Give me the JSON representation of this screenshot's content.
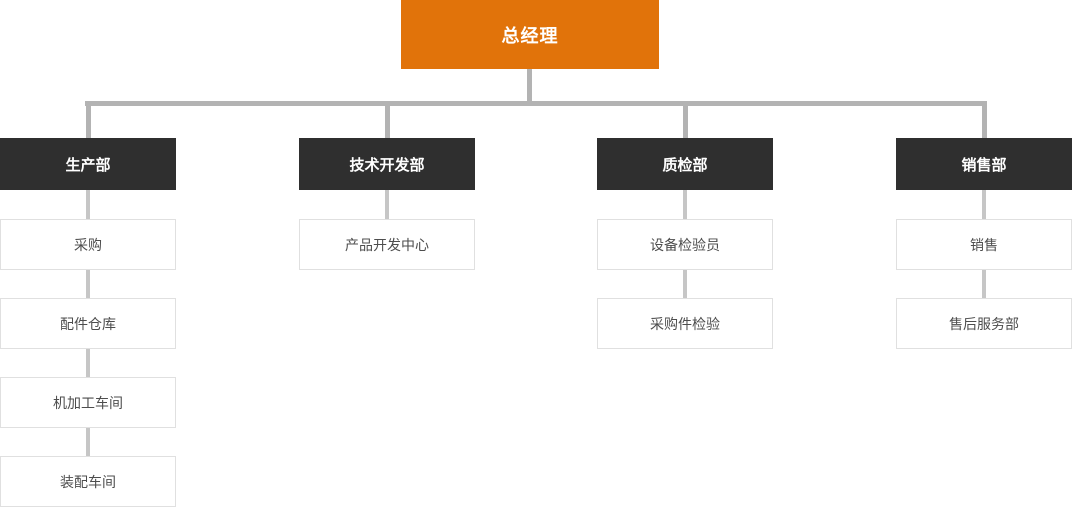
{
  "org": {
    "root": {
      "label": "总经理"
    },
    "departments": [
      {
        "label": "生产部",
        "children": [
          {
            "label": "采购"
          },
          {
            "label": "配件仓库"
          },
          {
            "label": "机加工车间"
          },
          {
            "label": "装配车间"
          }
        ]
      },
      {
        "label": "技术开发部",
        "children": [
          {
            "label": "产品开发中心"
          }
        ]
      },
      {
        "label": "质检部",
        "children": [
          {
            "label": "设备检验员"
          },
          {
            "label": "采购件检验"
          }
        ]
      },
      {
        "label": "销售部",
        "children": [
          {
            "label": "销售"
          },
          {
            "label": "售后服务部"
          }
        ]
      }
    ]
  },
  "colors": {
    "root_box": "#E1730A",
    "department_box": "#2F2F2F",
    "node_text": "#4D4D4D",
    "node_border": "#E0E0E0",
    "connector_main": "#B3B3B3",
    "connector_branch": "#C6C6C6"
  }
}
